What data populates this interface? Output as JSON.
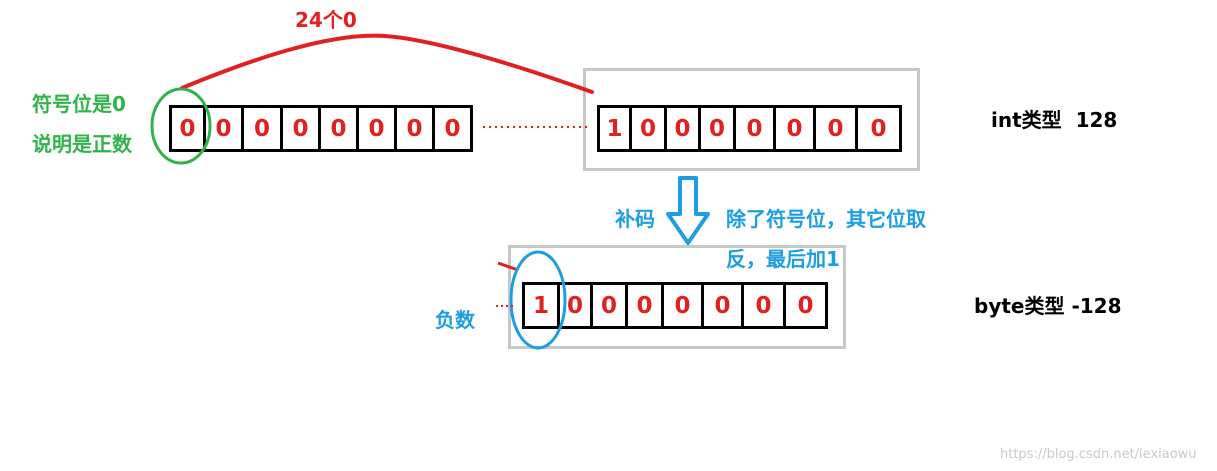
{
  "diagram": {
    "arc_label": "24个0",
    "sign_note": [
      "符号位是0",
      "说明是正数"
    ],
    "int_high_byte": [
      "0",
      "0",
      "0",
      "0",
      "0",
      "0",
      "0",
      "0"
    ],
    "int_low_byte": [
      "1",
      "0",
      "0",
      "0",
      "0",
      "0",
      "0",
      "0"
    ],
    "int_type_label": "int类型  128",
    "complement_label": "补码",
    "complement_desc": [
      "除了符号位，其它位取",
      "反，最后加1"
    ],
    "byte_bits": [
      "1",
      "0",
      "0",
      "0",
      "0",
      "0",
      "0",
      "0"
    ],
    "negative_label": "负数",
    "byte_type_label": "byte类型 -128"
  },
  "watermark": "https://blog.csdn.net/lexiaowu",
  "colors": {
    "bit_text": "#e32020",
    "green_note": "#2fb34a",
    "blue_note": "#1e9ee0",
    "gray_box": "#c7c7c7"
  }
}
